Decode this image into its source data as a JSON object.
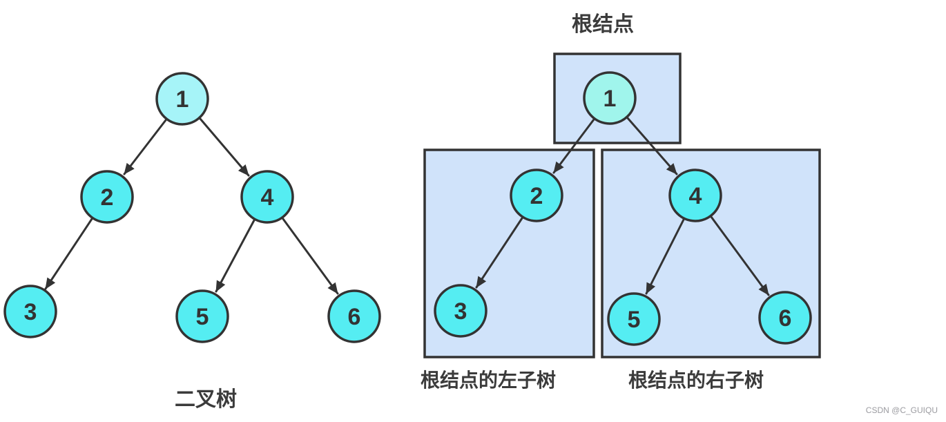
{
  "colors": {
    "node_fill": "#55EDF2",
    "root_node_fill_left": "#A6F4F8",
    "root_node_fill_right": "#A0F5EC",
    "node_stroke": "#333333",
    "arrow": "#333333",
    "box_fill": "#D0E3FA",
    "box_stroke": "#333333",
    "text": "#3B3B3B",
    "watermark": "#9B9BA0"
  },
  "left_tree": {
    "caption": "二叉树",
    "nodes": {
      "n1": "1",
      "n2": "2",
      "n3": "3",
      "n4": "4",
      "n5": "5",
      "n6": "6"
    },
    "edges": [
      [
        "1",
        "2"
      ],
      [
        "1",
        "4"
      ],
      [
        "2",
        "3"
      ],
      [
        "4",
        "5"
      ],
      [
        "4",
        "6"
      ]
    ]
  },
  "right_tree": {
    "root_label": "根结点",
    "left_subtree_label": "根结点的左子树",
    "right_subtree_label": "根结点的右子树",
    "nodes": {
      "n1": "1",
      "n2": "2",
      "n3": "3",
      "n4": "4",
      "n5": "5",
      "n6": "6"
    },
    "edges": [
      [
        "1",
        "2"
      ],
      [
        "1",
        "4"
      ],
      [
        "2",
        "3"
      ],
      [
        "4",
        "5"
      ],
      [
        "4",
        "6"
      ]
    ]
  },
  "watermark": "CSDN @C_GUIQU"
}
